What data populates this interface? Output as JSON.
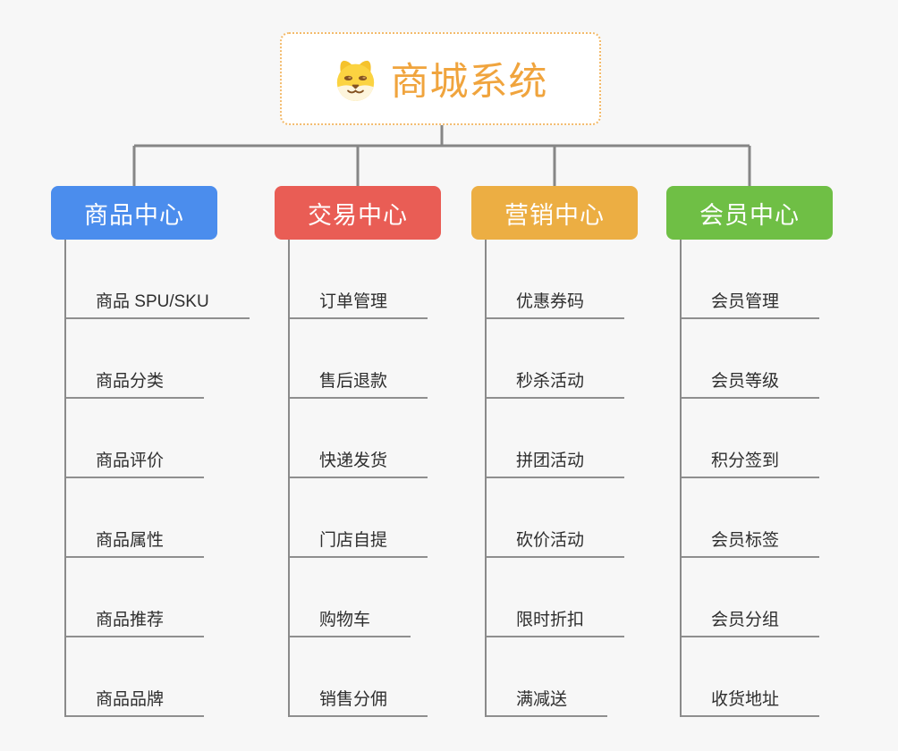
{
  "root": {
    "title": "商城系统",
    "icon": "doge-icon"
  },
  "branches": [
    {
      "label": "商品中心",
      "color": "#4B8DED",
      "children": [
        "商品 SPU/SKU",
        "商品分类",
        "商品评价",
        "商品属性",
        "商品推荐",
        "商品品牌"
      ]
    },
    {
      "label": "交易中心",
      "color": "#E95D55",
      "children": [
        "订单管理",
        "售后退款",
        "快递发货",
        "门店自提",
        "购物车",
        "销售分佣"
      ]
    },
    {
      "label": "营销中心",
      "color": "#ECAE43",
      "children": [
        "优惠券码",
        "秒杀活动",
        "拼团活动",
        "砍价活动",
        "限时折扣",
        "满减送"
      ]
    },
    {
      "label": "会员中心",
      "color": "#6FBF45",
      "children": [
        "会员管理",
        "会员等级",
        "积分签到",
        "会员标签",
        "会员分组",
        "收货地址"
      ]
    }
  ],
  "colors": {
    "background": "#F7F7F7",
    "connector_gray": "#868686",
    "root_text": "#F0A43D",
    "root_border": "#F3BB6C",
    "child_text": "#2E2E2E",
    "blue": "#4B8DED",
    "red": "#E95D55",
    "yellow": "#ECAE43",
    "green": "#6FBF45"
  }
}
